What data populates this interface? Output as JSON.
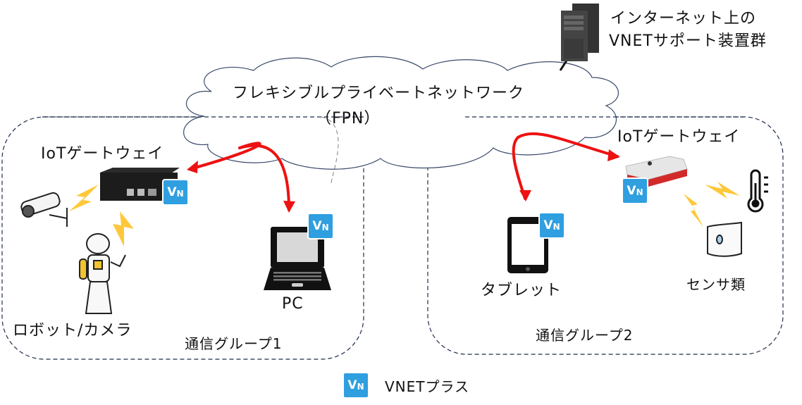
{
  "server": {
    "label_line1": "インターネット上の",
    "label_line2": "VNETサポート装置群"
  },
  "cloud": {
    "label_line1": "フレキシブルプライベートネットワーク",
    "label_line2": "（FPN）"
  },
  "group1": {
    "title": "通信グループ1",
    "gateway_label": "IoTゲートウェイ",
    "robot_camera_label": "ロボット/カメラ",
    "pc_label": "PC"
  },
  "group2": {
    "title": "通信グループ2",
    "gateway_label": "IoTゲートウェイ",
    "tablet_label": "タブレット",
    "sensors_label": "センサ類"
  },
  "legend": {
    "badge_text": "VN",
    "label": "VNETプラス"
  },
  "badge": {
    "v": "V",
    "n": "N"
  },
  "colors": {
    "arrow": "#ee1111",
    "dashed_border": "#1f2d4a",
    "cloud_stroke": "#3a4a6a",
    "badge_bg": "#2f9fe0",
    "lightning": "#ffc83a",
    "gateway2_red": "#d22a2a"
  }
}
